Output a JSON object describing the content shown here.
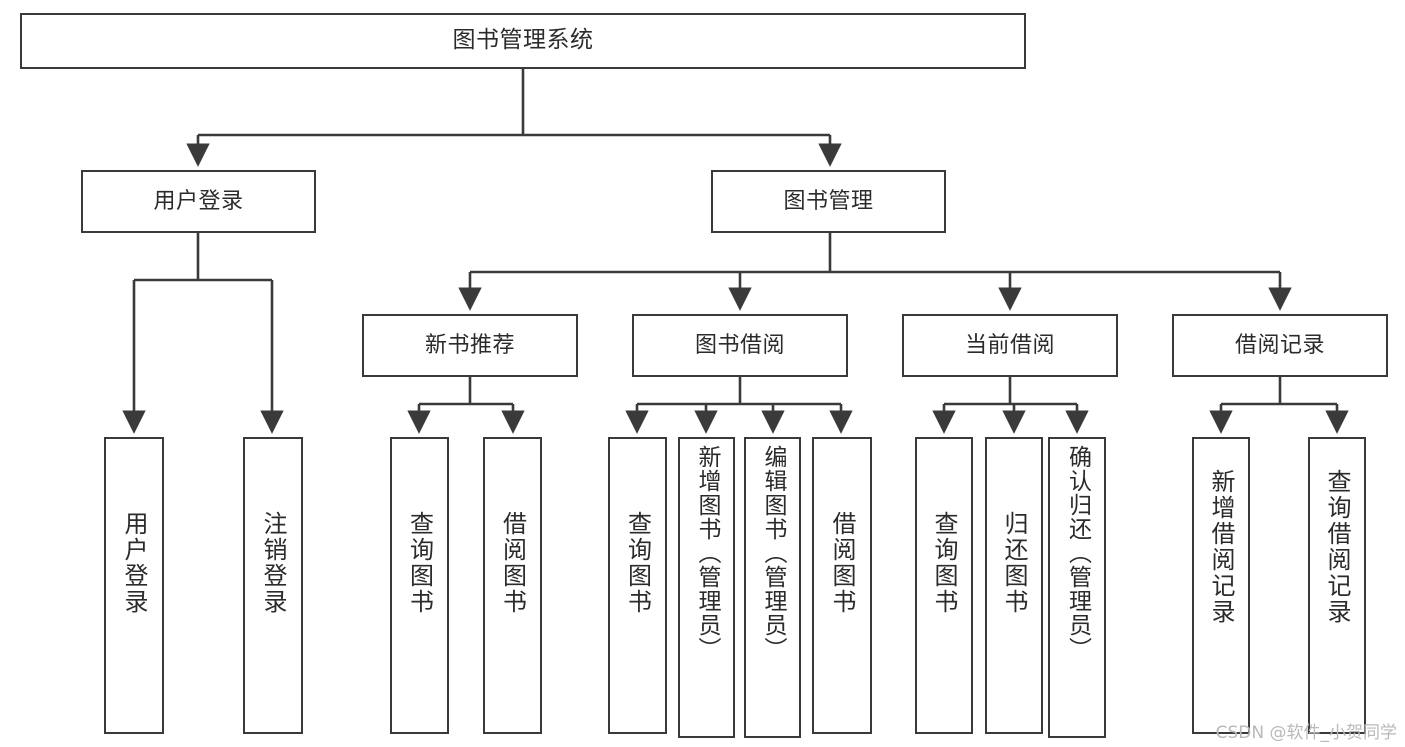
{
  "diagram": {
    "title": "图书管理系统",
    "type": "tree-hierarchy",
    "colors": {
      "box_border": "#3a3a3a",
      "box_fill": "#ffffff",
      "edge": "#3a3a3a",
      "text": "#2b2b2b",
      "watermark": "#b9b9b9",
      "background": "#ffffff"
    },
    "watermark": "CSDN @软件_小贺同学",
    "nodes": {
      "root": {
        "label": "图书管理系统",
        "level": 1,
        "orientation": "horizontal"
      },
      "l2": [
        {
          "id": "user-login",
          "label": "用户登录",
          "level": 2,
          "orientation": "horizontal"
        },
        {
          "id": "book-manage",
          "label": "图书管理",
          "level": 2,
          "orientation": "horizontal"
        }
      ],
      "l3": [
        {
          "id": "new-book-recommend",
          "label": "新书推荐",
          "level": 3,
          "orientation": "horizontal",
          "parent": "book-manage"
        },
        {
          "id": "book-borrow",
          "label": "图书借阅",
          "level": 3,
          "orientation": "horizontal",
          "parent": "book-manage"
        },
        {
          "id": "current-borrow",
          "label": "当前借阅",
          "level": 3,
          "orientation": "horizontal",
          "parent": "book-manage"
        },
        {
          "id": "borrow-record",
          "label": "借阅记录",
          "level": 3,
          "orientation": "horizontal",
          "parent": "book-manage"
        }
      ],
      "leaves": [
        {
          "id": "leaf-user-login",
          "label": "用户登录",
          "parent": "user-login",
          "orientation": "vertical"
        },
        {
          "id": "leaf-logout-login",
          "label": "注销登录",
          "parent": "user-login",
          "orientation": "vertical"
        },
        {
          "id": "leaf-query-book-1",
          "label": "查询图书",
          "parent": "new-book-recommend",
          "orientation": "vertical"
        },
        {
          "id": "leaf-borrow-book-1",
          "label": "借阅图书",
          "parent": "new-book-recommend",
          "orientation": "vertical"
        },
        {
          "id": "leaf-query-book-2",
          "label": "查询图书",
          "parent": "book-borrow",
          "orientation": "vertical"
        },
        {
          "id": "leaf-add-book-admin",
          "label": "新增图书（管理员）",
          "parent": "book-borrow",
          "orientation": "vertical"
        },
        {
          "id": "leaf-edit-book-admin",
          "label": "编辑图书（管理员）",
          "parent": "book-borrow",
          "orientation": "vertical"
        },
        {
          "id": "leaf-borrow-book-2",
          "label": "借阅图书",
          "parent": "book-borrow",
          "orientation": "vertical"
        },
        {
          "id": "leaf-query-book-3",
          "label": "查询图书",
          "parent": "current-borrow",
          "orientation": "vertical"
        },
        {
          "id": "leaf-return-book",
          "label": "归还图书",
          "parent": "current-borrow",
          "orientation": "vertical"
        },
        {
          "id": "leaf-confirm-return-admin",
          "label": "确认归还（管理员）",
          "parent": "current-borrow",
          "orientation": "vertical"
        },
        {
          "id": "leaf-add-borrow-record",
          "label": "新增借阅记录",
          "parent": "borrow-record",
          "orientation": "vertical"
        },
        {
          "id": "leaf-query-borrow-record",
          "label": "查询借阅记录",
          "parent": "borrow-record",
          "orientation": "vertical"
        }
      ]
    }
  }
}
